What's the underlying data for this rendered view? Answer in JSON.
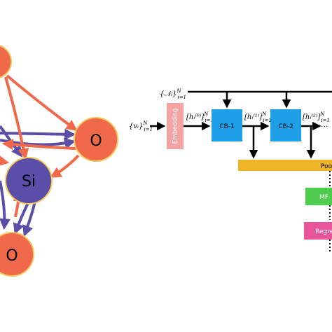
{
  "molecule": {
    "atoms": [
      {
        "id": "o-top",
        "label": "",
        "color": "#f0694a"
      },
      {
        "id": "o-right",
        "label": "O",
        "color": "#f0694a"
      },
      {
        "id": "si",
        "label": "Si",
        "color": "#5b4ea8"
      },
      {
        "id": "o-bottom",
        "label": "O",
        "color": "#f0694a"
      }
    ],
    "arrow_colors": {
      "si_out": "#5b4ea8",
      "o_out": "#f0694a"
    },
    "atom_border": "#f3c55a"
  },
  "pipeline": {
    "neighbors_label": "{𝒩ᵢ}",
    "neighbors_sup": "N",
    "neighbors_sub": "i=1",
    "input_label": "{vᵢ}",
    "input_sup": "N",
    "input_sub": "i=1",
    "embedding_label": "Embedding",
    "h0_label": "[hᵢ⁽⁰⁾]",
    "h0_sup": "N",
    "h0_sub": "i=1",
    "cb1_label": "CB-1",
    "h1_label": "[hᵢ⁽¹⁾]",
    "h1_sup": "N",
    "h1_sub": "i=1",
    "cb2_label": "CB-2",
    "h2_label": "[hᵢ⁽²⁾]",
    "h2_sup": "N",
    "h2_sub": "i=1",
    "ellipsis": "···",
    "pooling_label": "Poo",
    "mlp_label": "MF",
    "regression_label": "Regre",
    "colors": {
      "embedding": "#f4a3a3",
      "cb": "#1f9fe8",
      "pooling": "#f0b429",
      "mlp": "#4dcc4d",
      "regression": "#e8559a"
    }
  }
}
